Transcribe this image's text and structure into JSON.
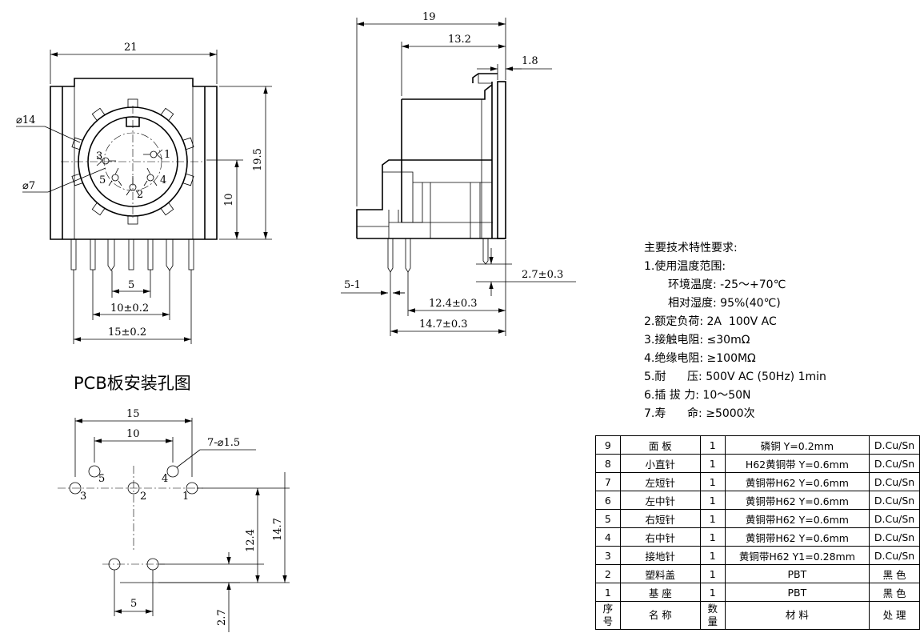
{
  "front_view": {
    "width_21": "21",
    "dia_14": "⌀14",
    "dia_7": "⌀7",
    "height_19_5": "19.5",
    "height_10": "10",
    "pitch_5": "5",
    "pitch_10": "10±0.2",
    "pitch_15": "15±0.2",
    "pins": [
      "3",
      "1",
      "5",
      "4",
      "2"
    ]
  },
  "side_view": {
    "width_19": "19",
    "width_13_2": "13.2",
    "thick_1_8": "1.8",
    "dim_5_1": "5-1",
    "dim_2_7": "2.7±0.3",
    "dim_12_4": "12.4±0.3",
    "dim_14_7": "14.7±0.3"
  },
  "pcb": {
    "title": "PCB板安装孔图",
    "w_15": "15",
    "w_10": "10",
    "holes_note": "7-⌀1.5",
    "h_12_4": "12.4",
    "h_14_7": "14.7",
    "w_5": "5",
    "h_2_7": "2.7",
    "pins": [
      "5",
      "4",
      "3",
      "2",
      "1"
    ]
  },
  "specs": {
    "heading": "主要技术特性要求:",
    "items": [
      "1.使用温度范围:",
      "环境温度: -25～+70℃",
      "相对湿度: 95%(40℃)",
      "2.额定负荷: 2A  100V AC",
      "3.接触电阻: ≤30mΩ",
      "4.绝缘电阻: ≥100MΩ",
      "5.耐      压: 500V AC (50Hz) 1min",
      "6.插 拔 力: 10～50N",
      "7.寿      命: ≥5000次"
    ]
  },
  "parts_table": {
    "rows": [
      [
        "9",
        "面 板",
        "1",
        "磷铜 Y=0.2mm",
        "D.Cu/Sn"
      ],
      [
        "8",
        "小直针",
        "1",
        "H62黄铜带 Y=0.6mm",
        "D.Cu/Sn"
      ],
      [
        "7",
        "左短针",
        "1",
        "黄铜带H62 Y=0.6mm",
        "D.Cu/Sn"
      ],
      [
        "6",
        "左中针",
        "1",
        "黄铜带H62 Y=0.6mm",
        "D.Cu/Sn"
      ],
      [
        "5",
        "右短针",
        "1",
        "黄铜带H62 Y=0.6mm",
        "D.Cu/Sn"
      ],
      [
        "4",
        "右中针",
        "1",
        "黄铜带H62 Y=0.6mm",
        "D.Cu/Sn"
      ],
      [
        "3",
        "接地针",
        "1",
        "黄铜带H62 Y1=0.28mm",
        "D.Cu/Sn"
      ],
      [
        "2",
        "塑料盖",
        "1",
        "PBT",
        "黑 色"
      ],
      [
        "1",
        "基 座",
        "1",
        "PBT",
        "黑 色"
      ]
    ],
    "header": [
      "序号",
      "名  称",
      "数量",
      "材    料",
      "处   理"
    ]
  }
}
